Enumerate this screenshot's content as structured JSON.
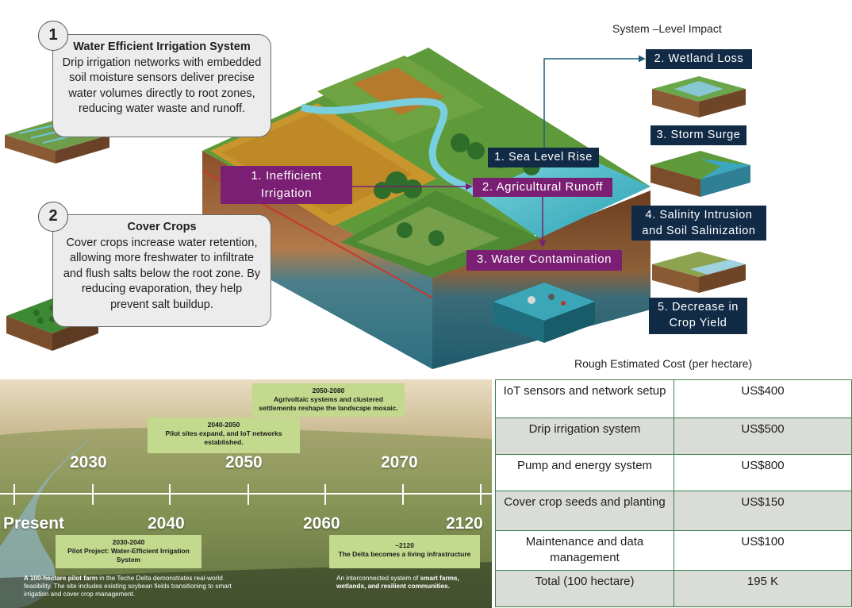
{
  "solutions": [
    {
      "number": "1",
      "title": "Water Efficient Irrigation System",
      "description": "Drip irrigation networks with embedded soil moisture sensors deliver precise water volumes directly to root zones, reducing water waste and runoff."
    },
    {
      "number": "2",
      "title": "Cover Crops",
      "description": "Cover crops increase water retention, allowing more freshwater to infiltrate and flush salts below the root zone. By reducing evaporation, they help prevent salt buildup."
    }
  ],
  "diagram": {
    "causes": [
      {
        "label": "1. Inefficient Irrigation"
      },
      {
        "label": "2. Agricultural Runoff"
      },
      {
        "label": "3. Water Contamination"
      }
    ],
    "sea_level": "1. Sea Level Rise",
    "impact_heading": "System –Level Impact",
    "impacts": [
      {
        "label": "2. Wetland Loss"
      },
      {
        "label": "3. Storm Surge"
      },
      {
        "label": "4. Salinity Intrusion and Soil Salinization"
      },
      {
        "label": "5. Decrease in Crop Yield"
      }
    ]
  },
  "timeline": {
    "years_top": [
      "2030",
      "2050",
      "2070"
    ],
    "years_bottom": [
      "Present",
      "2040",
      "2060",
      "2120"
    ],
    "milestones": [
      {
        "period": "2050-2080",
        "text": "Agrivoltaic systems and clustered settlements reshape the landscape mosaic."
      },
      {
        "period": "2040-2050",
        "text": "Pilot sites expand, and IoT networks established."
      },
      {
        "period": "2030-2040",
        "text": "Pilot Project: Water-Efficient Irrigation System"
      },
      {
        "period": "~2120",
        "text": "The Delta becomes a living infrastructure"
      }
    ],
    "footnote_left_bold": "A 100-hectare pilot farm",
    "footnote_left": " in the Teche Delta demonstrates real-world feasibility. The site includes existing soybean fields transitioning to smart irrigation and cover crop management.",
    "footnote_right_pre": "An interconnected system of ",
    "footnote_right_bold": "smart farms, wetlands, and resilient communities.",
    "footnote_right_post": ""
  },
  "cost_table": {
    "heading": "Rough Estimated Cost (per hectare)",
    "rows": [
      {
        "item": "IoT sensors and network setup",
        "cost": "US$400"
      },
      {
        "item": "Drip irrigation system",
        "cost": "US$500"
      },
      {
        "item": "Pump and energy system",
        "cost": "US$800"
      },
      {
        "item": "Cover crop seeds and planting",
        "cost": "US$150"
      },
      {
        "item": "Maintenance and data management",
        "cost": "US$100"
      },
      {
        "item": "Total (100 hectare)",
        "cost": "195 K"
      }
    ]
  },
  "colors": {
    "cause_label": "#7a1f73",
    "impact_label": "#112a45",
    "timeline_box": "#c3d98d",
    "table_border": "#3f7f4f",
    "table_alt_row": "#d9dcd7"
  }
}
